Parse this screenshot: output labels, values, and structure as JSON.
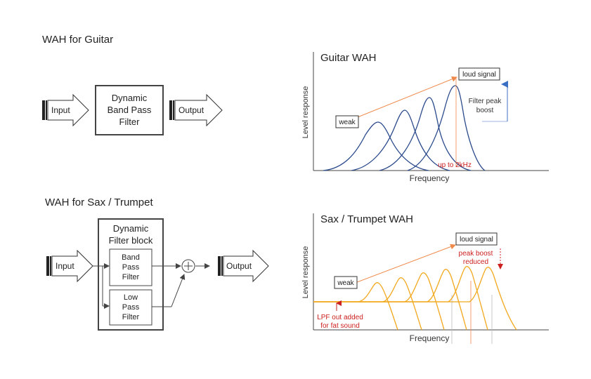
{
  "guitar_section": {
    "title": "WAH for Guitar",
    "input_label": "Input",
    "filter_lines": [
      "Dynamic",
      "Band Pass",
      "Filter"
    ],
    "output_label": "Output"
  },
  "sax_section": {
    "title": "WAH for Sax / Trumpet",
    "input_label": "Input",
    "block_lines": [
      "Dynamic",
      "Filter block"
    ],
    "bpf_lines": [
      "Band",
      "Pass",
      "Filter"
    ],
    "lpf_lines": [
      "Low",
      "Pass",
      "Filter"
    ],
    "output_label": "Output"
  },
  "guitar_graph": {
    "title": "Guitar WAH",
    "ylabel": "Level response",
    "xlabel": "Frequency",
    "weak_label": "weak",
    "loud_label": "loud signal",
    "boost_lines": [
      "Filter peak",
      "boost"
    ],
    "freq_label": "up to 2kHz",
    "colors": {
      "curve": "#2b4a8c",
      "trend": "#f08a4b",
      "boost_arrow": "#3b6fc4",
      "note": "#cc1f1f"
    }
  },
  "sax_graph": {
    "title": "Sax / Trumpet WAH",
    "ylabel": "Level response",
    "xlabel": "Frequency",
    "weak_label": "weak",
    "loud_label": "loud signal",
    "peak_lines": [
      "peak boost",
      "reduced"
    ],
    "lpf_lines": [
      "LPF out added",
      "for fat sound"
    ],
    "colors": {
      "curve": "#f2a81d",
      "trend": "#f08a4b",
      "note": "#cc1f1f"
    }
  }
}
